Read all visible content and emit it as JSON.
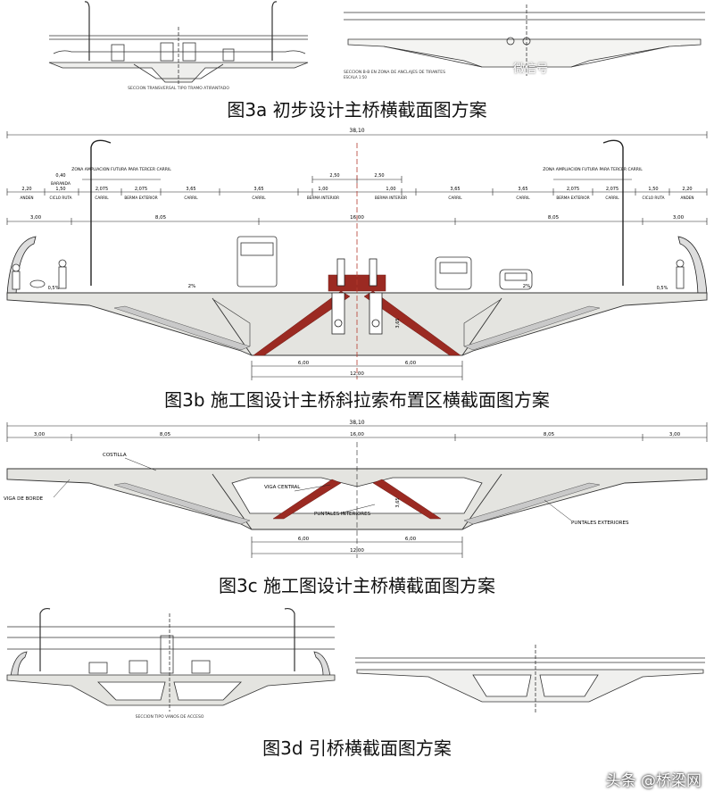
{
  "captions": {
    "fig3a": "图3a 初步设计主桥横截面图方案",
    "fig3b": "图3b 施工图设计主桥斜拉索布置区横截面图方案",
    "fig3c": "图3c 施工图设计主桥横截面图方案",
    "fig3d": "图3d 引桥横截面图方案"
  },
  "fig3a": {
    "left_title": "SECCION TRANSVERSAL TIPO TRAMO ATIRANTADO",
    "right_title": "SECCION B-B EN ZONA DE ANCLAJES DE TIRANTES",
    "right_scale": "ESCALA 1:50",
    "watermark": "微信号"
  },
  "fig3b": {
    "total_width": "38,10",
    "half_left": "2,50",
    "half_right": "2,50",
    "zona_left": "ZONA AMPLIACION FUTURA PARA TERCER CARRIL",
    "zona_right": "ZONA AMPLIACION FUTURA PARA TERCER CARRIL",
    "baranda_dim": "0,40",
    "baranda_label": "BARANDA",
    "lanes": [
      {
        "dim": "2,20",
        "label": "ANDEN"
      },
      {
        "dim": "1,50",
        "label": "CICLO RUTA"
      },
      {
        "dim": "2,075",
        "label": "CARRIL"
      },
      {
        "dim": "2,075",
        "label": "BERMA EXTERIOR"
      },
      {
        "dim": "3,65",
        "label": "CARRIL"
      },
      {
        "dim": "3,65",
        "label": "CARRIL"
      },
      {
        "dim": "1,00",
        "label": "BERMA INTERIOR"
      },
      {
        "dim": "1,00",
        "label": "BERMA INTERIOR"
      },
      {
        "dim": "3,65",
        "label": "CARRIL"
      },
      {
        "dim": "3,65",
        "label": "CARRIL"
      },
      {
        "dim": "2,075",
        "label": "BERMA EXTERIOR"
      },
      {
        "dim": "2,075",
        "label": "CARRIL"
      },
      {
        "dim": "1,50",
        "label": "CICLO RUTA"
      },
      {
        "dim": "2,20",
        "label": "ANDEN"
      }
    ],
    "row3": [
      "3,00",
      "8,05",
      "16,00",
      "8,05",
      "3,00"
    ],
    "slope_left": "2%",
    "slope_right": "2%",
    "slope_edge_left": "0,5%",
    "slope_edge_right": "0,5%",
    "height": "3,65",
    "bottom_halves": [
      "6,00",
      "6,00"
    ],
    "bottom_total": "12,00",
    "colors": {
      "strut": "#9b2a22",
      "concrete": "#e4e4e0",
      "edge": "#333333"
    }
  },
  "fig3c": {
    "total_width": "38,10",
    "row": [
      "3,00",
      "8,05",
      "16,00",
      "8,05",
      "3,00"
    ],
    "labels": {
      "costilla": "COSTILLA",
      "viga_borde": "VIGA DE BORDE",
      "viga_central": "VIGA CENTRAL",
      "puntales_interiores": "PUNTALES INTERIORES",
      "puntales_exteriores": "PUNTALES EXTERIORES"
    },
    "height": "3,65",
    "bottom_halves": [
      "6,00",
      "6,00"
    ],
    "bottom_total": "12,00"
  },
  "fig3d": {
    "left_title": "SECCION TIPO VANOS DE ACCESO"
  },
  "watermark_bottom": "头条 @桥梁网"
}
